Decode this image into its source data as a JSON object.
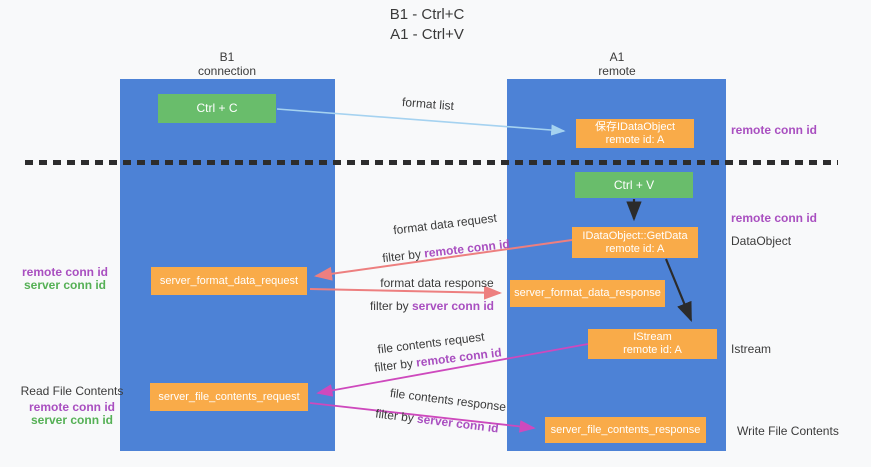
{
  "title": {
    "line1": "B1 - Ctrl+C",
    "line2": "A1 - Ctrl+V"
  },
  "columns": {
    "left": {
      "name": "B1",
      "role": "connection"
    },
    "right": {
      "name": "A1",
      "role": "remote"
    }
  },
  "boxes": {
    "ctrl_c": "Ctrl + C",
    "ctrl_v": "Ctrl + V",
    "save_idataobject": {
      "line1": "保存IDataObject",
      "line2": "remote id: A"
    },
    "getdata": {
      "line1": "IDataObject::GetData",
      "line2": "remote id: A"
    },
    "istream": {
      "line1": "IStream",
      "line2": "remote id: A"
    },
    "server_format_data_request": "server_format_data_request",
    "server_format_data_response": "server_format_data_response",
    "server_file_contents_request": "server_file_contents_request",
    "server_file_contents_response": "server_file_contents_response"
  },
  "arrow_labels": {
    "format_list": "format list",
    "format_data_request": "format data request",
    "format_data_response": "format data response",
    "file_contents_request": "file contents request",
    "file_contents_response": "file contents response",
    "filter_by": "filter by "
  },
  "conn_ids": {
    "remote": "remote conn id",
    "server": "server conn id"
  },
  "side_labels": {
    "dataobject": "DataObject",
    "istream": "Istream",
    "read_file_contents": "Read File Contents",
    "write_file_contents": "Write File Contents"
  },
  "colors": {
    "column_blue": "#4d82d6",
    "box_orange": "#f9ab49",
    "box_green": "#69bd6b",
    "arrow_light_blue": "#a5d2f0",
    "arrow_salmon": "#ed7f7f",
    "arrow_magenta": "#ce49bd",
    "arrow_black": "#2b2b2b",
    "text_purple": "#a94fc0",
    "text_green": "#55b055"
  }
}
